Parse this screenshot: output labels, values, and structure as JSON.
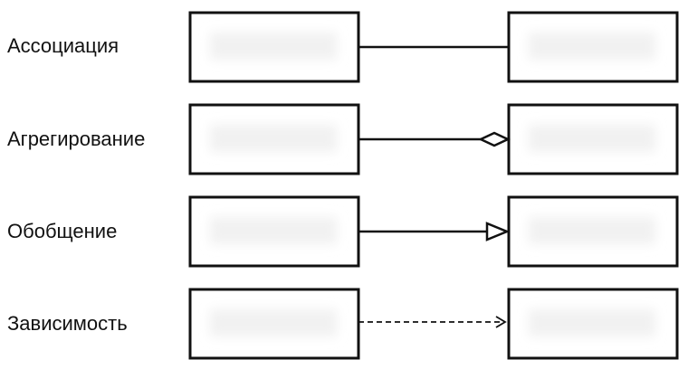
{
  "relations": [
    {
      "label": "Ассоциация",
      "kind": "association"
    },
    {
      "label": "Агрегирование",
      "kind": "aggregation"
    },
    {
      "label": "Обобщение",
      "kind": "generalization"
    },
    {
      "label": "Зависимость",
      "kind": "dependency"
    }
  ],
  "colors": {
    "stroke": "#111111",
    "background": "#ffffff"
  }
}
